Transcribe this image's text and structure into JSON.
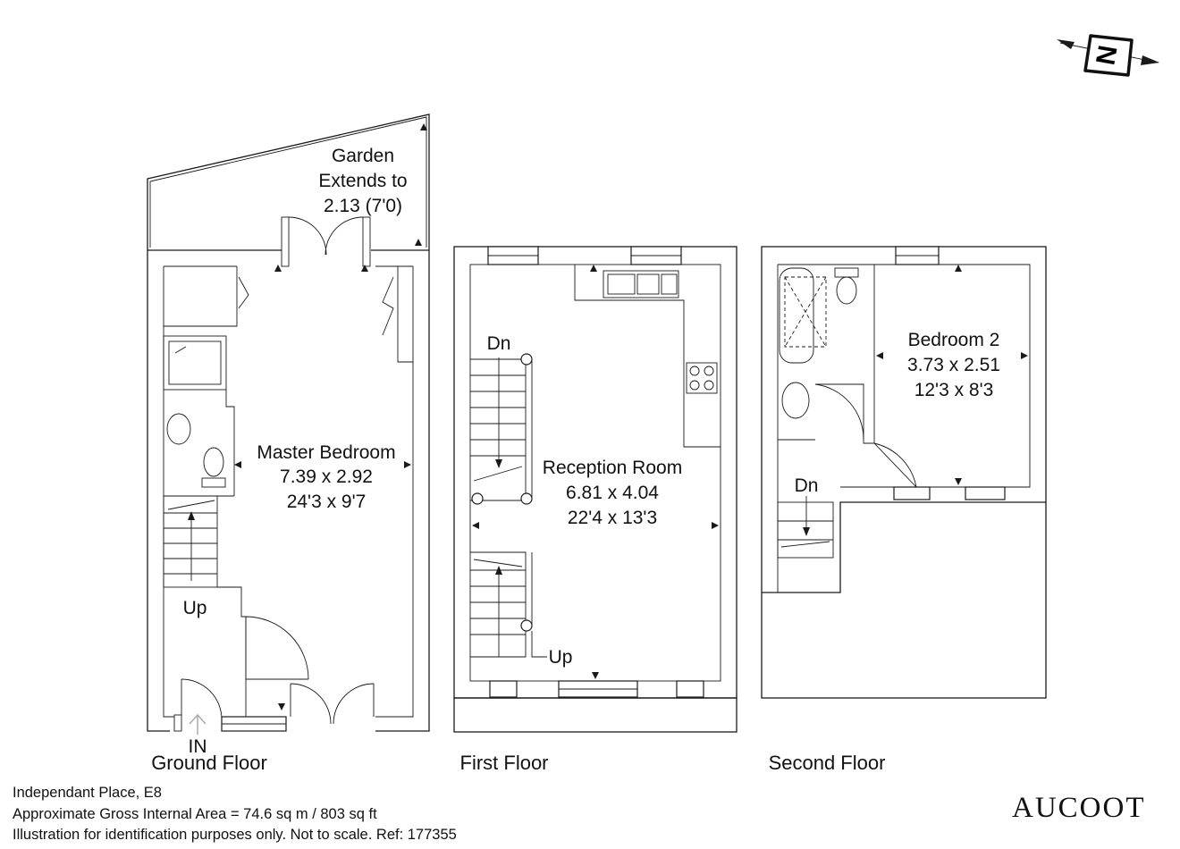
{
  "compass": {
    "letter": "N",
    "icon": "north-arrow-icon"
  },
  "ground_floor": {
    "label": "Ground Floor",
    "entrance_label": "IN",
    "garden": {
      "line1": "Garden",
      "line2": "Extends to",
      "line3": "2.13 (7'0)"
    },
    "master_bedroom": {
      "name": "Master Bedroom",
      "metric": "7.39 x 2.92",
      "imperial": "24'3 x 9'7"
    },
    "stairs_label": "Up"
  },
  "first_floor": {
    "label": "First Floor",
    "reception_room": {
      "name": "Reception Room",
      "metric": "6.81 x 4.04",
      "imperial": "22'4 x 13'3"
    },
    "stairs_down_label": "Dn",
    "stairs_up_label": "Up"
  },
  "second_floor": {
    "label": "Second Floor",
    "bedroom2": {
      "name": "Bedroom 2",
      "metric": "3.73 x 2.51",
      "imperial": "12'3 x 8'3"
    },
    "stairs_label": "Dn"
  },
  "footer": {
    "address": "Independant Place, E8",
    "area": "Approximate Gross Internal Area = 74.6 sq m / 803 sq ft",
    "disclaimer": "Illustration for identification purposes only. Not to scale. Ref: 177355"
  },
  "brand": "AUCOOT"
}
